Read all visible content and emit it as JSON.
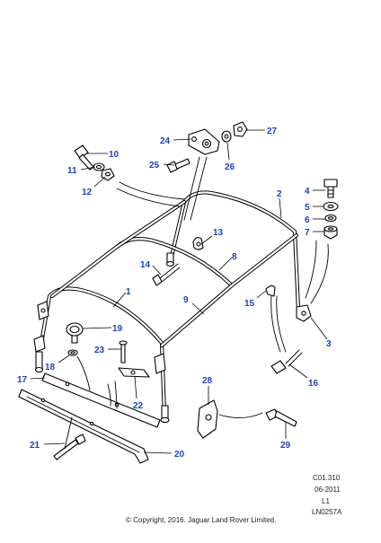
{
  "diagram": {
    "callouts": [
      "1",
      "2",
      "3",
      "4",
      "5",
      "6",
      "7",
      "8",
      "9",
      "10",
      "11",
      "12",
      "13",
      "14",
      "15",
      "16",
      "17",
      "18",
      "19",
      "20",
      "21",
      "22",
      "23",
      "24",
      "25",
      "26",
      "27",
      "28",
      "29"
    ],
    "colors": {
      "callout": "#1f3fbf",
      "line": "#000000",
      "background": "#ffffff"
    }
  },
  "meta": {
    "ref": "C01.310",
    "date": "06-2011",
    "level": "L1",
    "code": "LN0257A",
    "copyright": "© Copyright, 2016. Jaguar Land Rover Limited."
  }
}
